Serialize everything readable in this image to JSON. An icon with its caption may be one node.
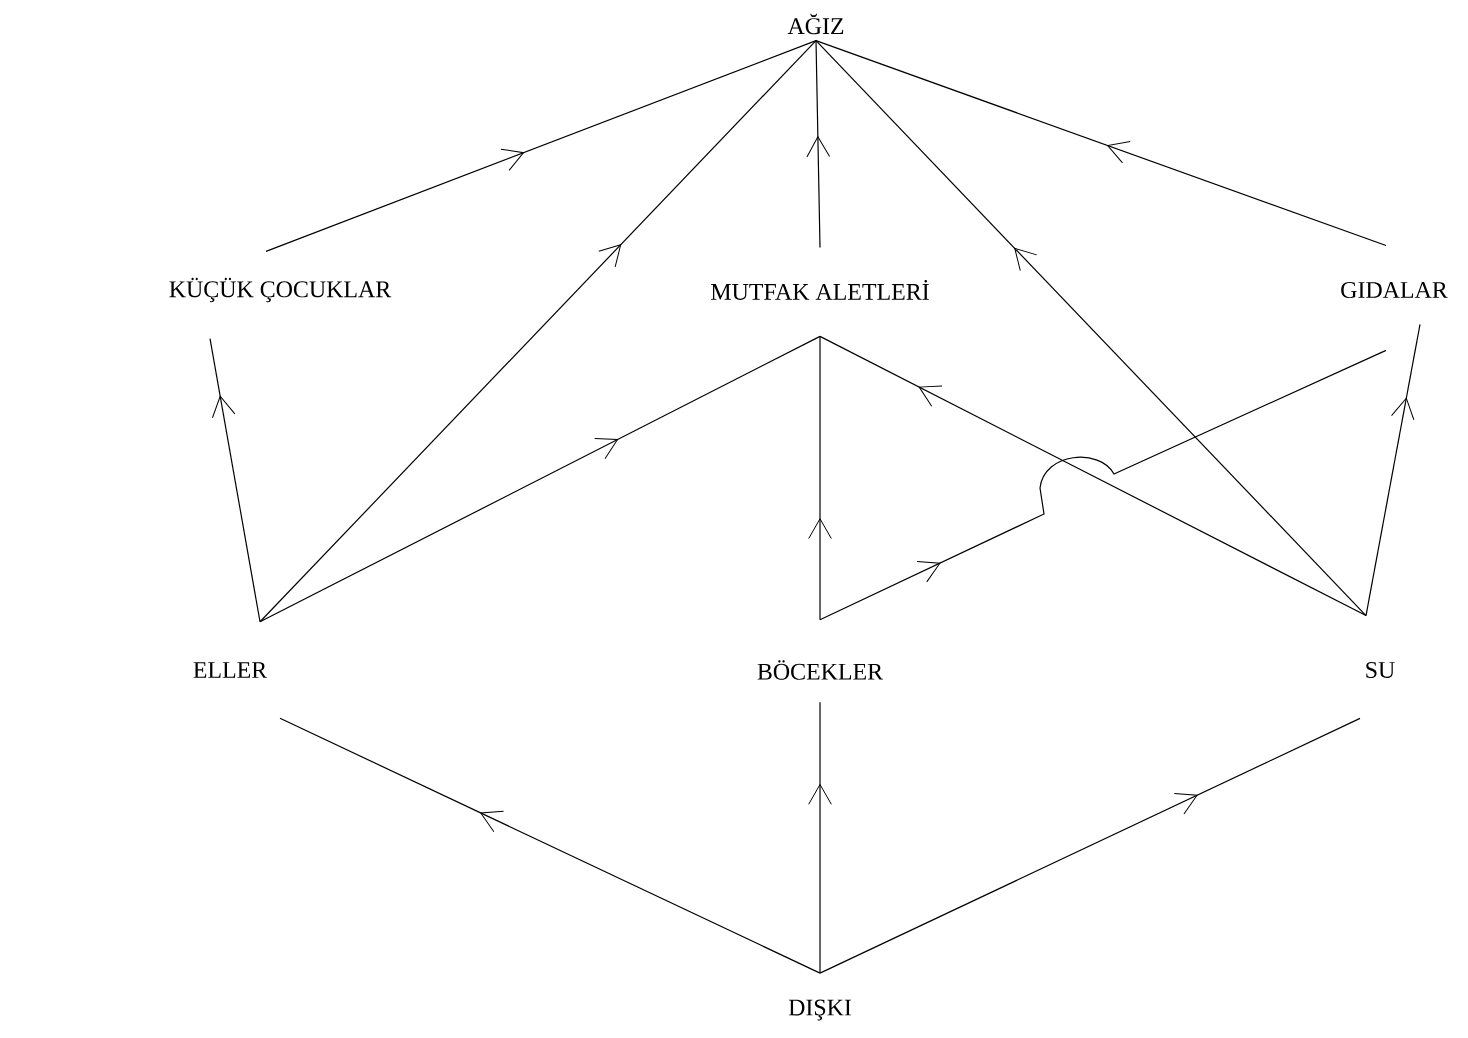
{
  "diagram": {
    "nodes": [
      {
        "text": [
          "AĞIZ"
        ]
      },
      {
        "text": [
          "KÜÇÜK ÇOCUKLAR"
        ]
      },
      {
        "text": [
          "MUTFAK ALETLERİ"
        ]
      },
      {
        "text": [
          "GIDALAR"
        ]
      },
      {
        "text": [
          "ELLER"
        ]
      },
      {
        "text": [
          "BÖCEKLER"
        ]
      },
      {
        "text": [
          "SU"
        ]
      },
      {
        "text": [
          "DIŞKI"
        ]
      }
    ],
    "edges": [
      {
        "from": 1,
        "to": 0,
        "arrow": "to"
      },
      {
        "from": 4,
        "to": 0,
        "arrow": "to"
      },
      {
        "from": 2,
        "to": 0,
        "arrow": "to"
      },
      {
        "from": 6,
        "to": 0,
        "arrow": "to"
      },
      {
        "from": 3,
        "to": 0,
        "arrow": "to"
      },
      {
        "from": 4,
        "to": 1,
        "arrow": "to"
      },
      {
        "from": 4,
        "to": 2,
        "arrow": "to"
      },
      {
        "from": 6,
        "to": 2,
        "arrow": "to"
      },
      {
        "from": 5,
        "to": 2,
        "arrow": "to"
      },
      {
        "from": 5,
        "to": 3,
        "arrow": "to"
      },
      {
        "from": 6,
        "to": 3,
        "arrow": "to"
      },
      {
        "from": 7,
        "to": 4,
        "arrow": "to"
      },
      {
        "from": 7,
        "to": 5,
        "arrow": "to"
      },
      {
        "from": 7,
        "to": 6,
        "arrow": "to"
      }
    ]
  }
}
